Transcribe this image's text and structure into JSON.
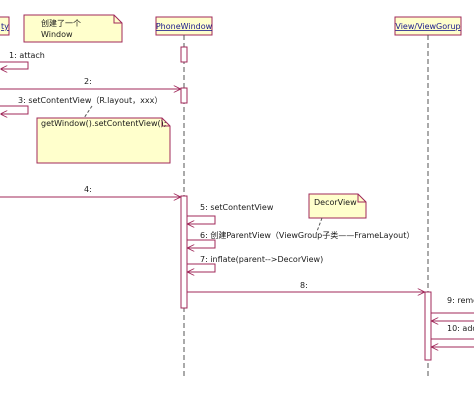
{
  "participants": {
    "left": "ty",
    "phone_window": "PhoneWindow",
    "view_group": "View/ViewGorup",
    "decor_view": "DecorView"
  },
  "notes": {
    "create_window_line1": "创建了一个",
    "create_window_line2": "Window",
    "get_window": "getWindow().setContentView();"
  },
  "messages": {
    "m1": "1: attach",
    "m2": "2:",
    "m3": "3: setContentView（R.layout，xxx）",
    "m4": "4:",
    "m5": "5: setContentView",
    "m6": "6: 创建ParentView（ViewGroup子类——FrameLayout）",
    "m7": "7: inflate(parent-->DecorView)",
    "m8": "8:",
    "m9": "9: remo",
    "m10": "10: add"
  },
  "colors": {
    "line": "#a0285a",
    "note_fill": "#ffffcc",
    "header_fill": "#ffffcc",
    "header_text": "#1a1a8c"
  }
}
